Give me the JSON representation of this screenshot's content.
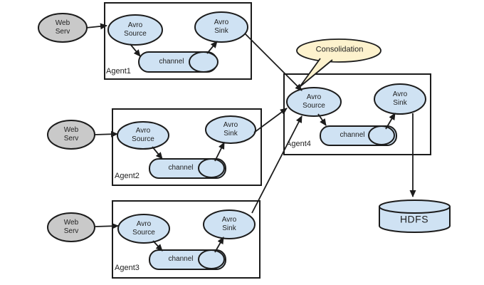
{
  "colors": {
    "node_fill": "#cfe2f3",
    "node_stroke": "#1c1c1c",
    "gray_fill": "#c9c9c9",
    "callout_fill": "#fdf2cd",
    "box_stroke": "#1c1c1c",
    "text": "#1f1f1f",
    "canvas_bg": "#ffffff"
  },
  "web_servers": [
    {
      "label": "Web Serv"
    },
    {
      "label": "Web Serv"
    },
    {
      "label": "Web Serv"
    }
  ],
  "agents": [
    {
      "name": "Agent1",
      "source": "Avro Source",
      "channel": "channel",
      "sink": "Avro Sink"
    },
    {
      "name": "Agent2",
      "source": "Avro Source",
      "channel": "channel",
      "sink": "Avro Sink"
    },
    {
      "name": "Agent3",
      "source": "Avro Source",
      "channel": "channel",
      "sink": "Avro Sink"
    },
    {
      "name": "Agent4",
      "source": "Avro Source",
      "channel": "channel",
      "sink": "Avro Sink"
    }
  ],
  "callout": {
    "label": "Consolidation"
  },
  "storage": {
    "label": "HDFS"
  }
}
